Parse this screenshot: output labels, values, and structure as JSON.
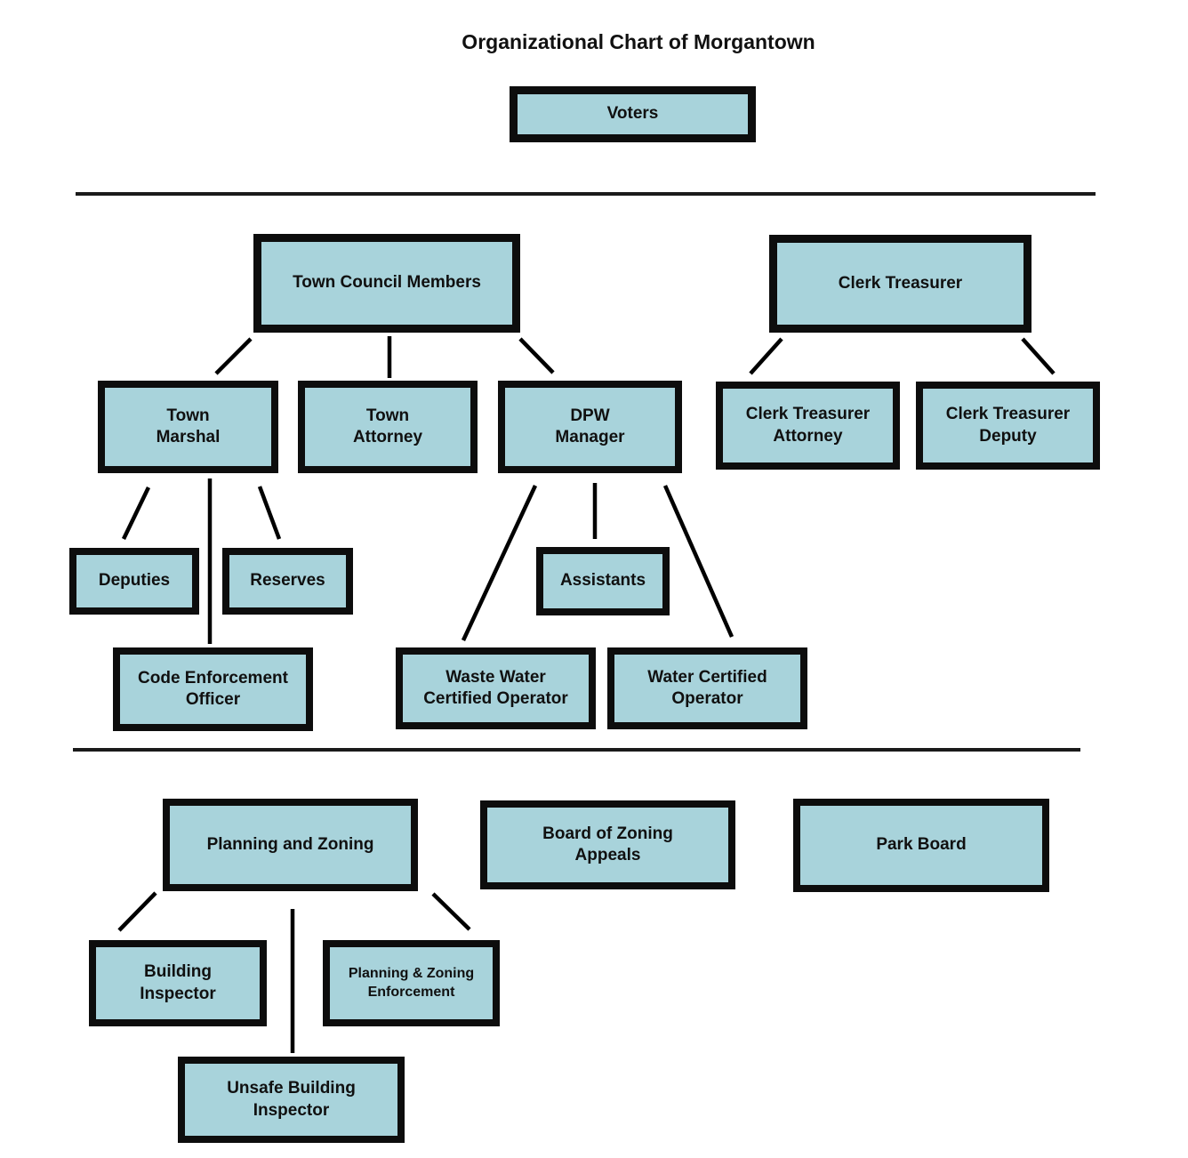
{
  "title": "Organizational Chart of Morgantown",
  "colors": {
    "box_fill": "#a8d3db",
    "box_border": "#0d0d0d",
    "connector_line": "#000000",
    "background": "#ffffff"
  },
  "nodes": {
    "voters": {
      "label": "Voters"
    },
    "town_council": {
      "label": "Town Council Members"
    },
    "clerk_treasurer": {
      "label": "Clerk Treasurer"
    },
    "town_marshal": {
      "label": "Town\nMarshal"
    },
    "town_attorney": {
      "label": "Town\nAttorney"
    },
    "dpw_manager": {
      "label": "DPW\nManager"
    },
    "clerk_treasurer_attorney": {
      "label": "Clerk Treasurer\nAttorney"
    },
    "clerk_treasurer_deputy": {
      "label": "Clerk Treasurer\nDeputy"
    },
    "deputies": {
      "label": "Deputies"
    },
    "reserves": {
      "label": "Reserves"
    },
    "assistants": {
      "label": "Assistants"
    },
    "code_enforcement_officer": {
      "label": "Code Enforcement\nOfficer"
    },
    "waste_water_certified_operator": {
      "label": "Waste Water\nCertified Operator"
    },
    "water_certified_operator": {
      "label": "Water Certified\nOperator"
    },
    "planning_and_zoning": {
      "label": "Planning and Zoning"
    },
    "board_of_zoning_appeals": {
      "label": "Board of Zoning\nAppeals"
    },
    "park_board": {
      "label": "Park Board"
    },
    "building_inspector": {
      "label": "Building\nInspector"
    },
    "planning_zoning_enforcement": {
      "label": "Planning & Zoning\nEnforcement"
    },
    "unsafe_building_inspector": {
      "label": "Unsafe Building\nInspector"
    }
  },
  "edges": [
    {
      "from": "town_council",
      "to": "town_marshal"
    },
    {
      "from": "town_council",
      "to": "town_attorney"
    },
    {
      "from": "town_council",
      "to": "dpw_manager"
    },
    {
      "from": "clerk_treasurer",
      "to": "clerk_treasurer_attorney"
    },
    {
      "from": "clerk_treasurer",
      "to": "clerk_treasurer_deputy"
    },
    {
      "from": "town_marshal",
      "to": "deputies"
    },
    {
      "from": "town_marshal",
      "to": "code_enforcement_officer"
    },
    {
      "from": "town_marshal",
      "to": "reserves"
    },
    {
      "from": "dpw_manager",
      "to": "waste_water_certified_operator"
    },
    {
      "from": "dpw_manager",
      "to": "assistants"
    },
    {
      "from": "dpw_manager",
      "to": "water_certified_operator"
    },
    {
      "from": "planning_and_zoning",
      "to": "building_inspector"
    },
    {
      "from": "planning_and_zoning",
      "to": "unsafe_building_inspector"
    },
    {
      "from": "planning_and_zoning",
      "to": "planning_zoning_enforcement"
    }
  ]
}
